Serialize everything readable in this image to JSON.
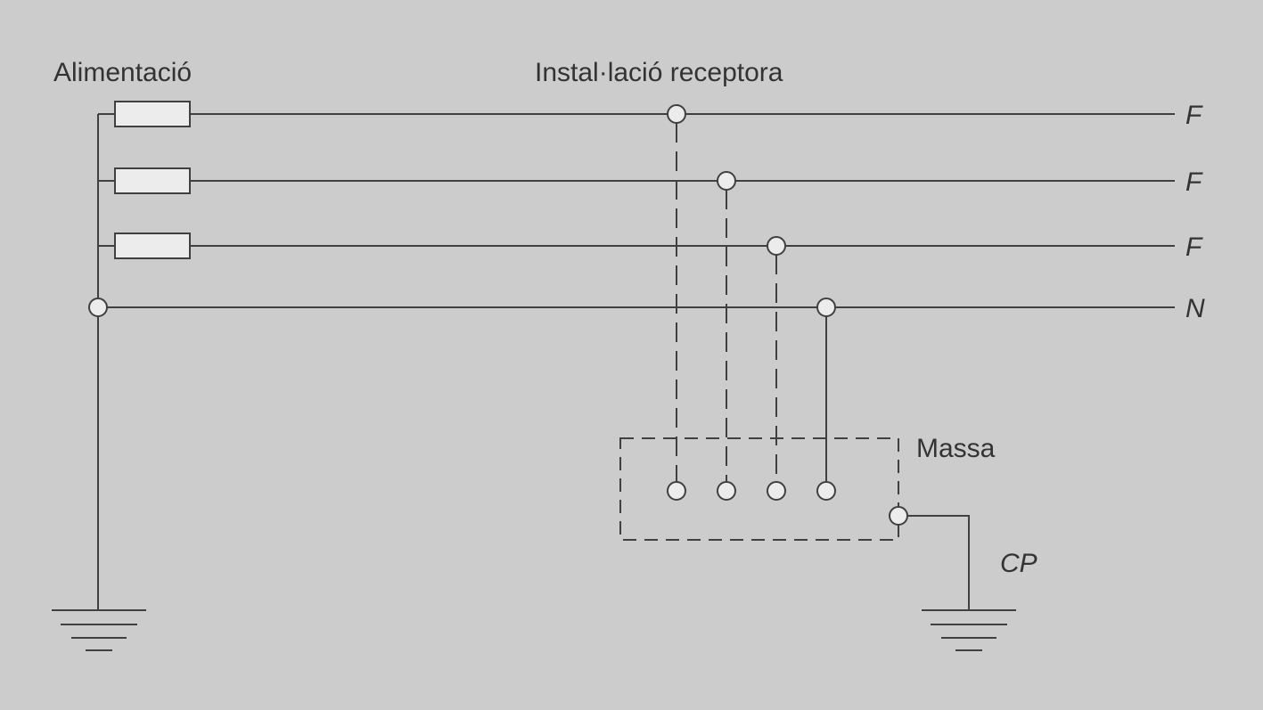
{
  "labels": {
    "supply": "Alimentació",
    "installation": "Instal·lació receptora",
    "mass": "Massa",
    "protective_conductor": "CP"
  },
  "conductors": [
    {
      "label": "F"
    },
    {
      "label": "F"
    },
    {
      "label": "F"
    },
    {
      "label": "N"
    }
  ],
  "colors": {
    "background": "#cccccc",
    "line": "#404040",
    "text": "#333333",
    "fill": "#ececec"
  }
}
